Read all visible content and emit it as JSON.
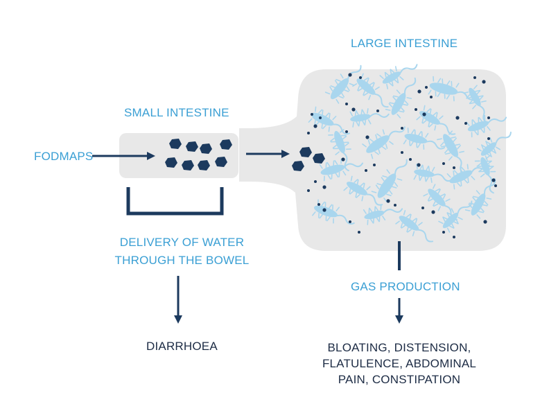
{
  "labels": {
    "large_intestine": "LARGE INTESTINE",
    "small_intestine": "SMALL INTESTINE",
    "fodmaps": "FODMAPS",
    "delivery_line1": "DELIVERY OF WATER",
    "delivery_line2": "THROUGH THE BOWEL",
    "gas_production": "GAS PRODUCTION",
    "diarrhoea": "DIARRHOEA",
    "symptoms_line1": "BLOATING, DISTENSION,",
    "symptoms_line2": "FLATULENCE, ABDOMINAL",
    "symptoms_line3": "PAIN, CONSTIPATION"
  },
  "colors": {
    "label_blue": "#3a9fd4",
    "dark_navy": "#1c3a5e",
    "organ_gray": "#e8e8e8",
    "bacteria_blue": "#a9d6ee"
  }
}
